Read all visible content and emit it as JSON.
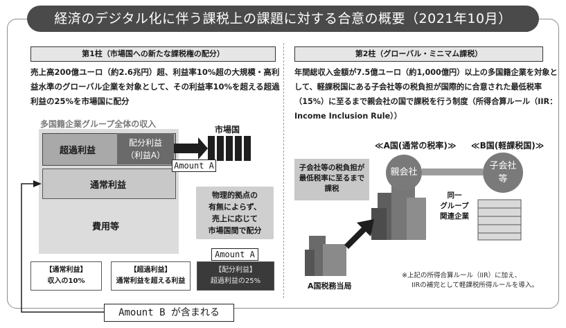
{
  "title": "経済のデジタル化に伴う課税上の課題に対する合意の概要（2021年10月）",
  "pillar1": {
    "heading": "第1柱（市場国への新たな課税権の配分）",
    "description": "売上高200億ユーロ（約2.6兆円）超、利益率10%超の大規模・高利益水準のグローバル企業を対象として、その利益率10%を超える超過利益の25%を市場国に配分",
    "group_label": "多国籍企業グループ全体の収入",
    "excess_profit": "超過利益",
    "allocated_line1": "配分利益",
    "allocated_line2": "（利益A）",
    "normal_profit": "通常利益",
    "costs": "費用等",
    "amount_a": "Amount A",
    "amount_a2": "Amount A",
    "market_country": "市場国",
    "bubble_lines": [
      "物理的拠点の",
      "有無によらず、",
      "売上に応じて",
      "市場国間で配分"
    ],
    "footer": [
      {
        "line1": "【通常利益】",
        "line2": "収入の10%"
      },
      {
        "line1": "【超過利益】",
        "line2": "通常利益を超える利益"
      },
      {
        "line1": "【配分利益】",
        "line2": "超過利益の25%"
      }
    ],
    "amount_b": "Amount B が含まれる"
  },
  "pillar2": {
    "heading": "第2柱（グローバル・ミニマム課税）",
    "description": "年間総収入金額が7.5億ユーロ（約1,000億円）以上の多国籍企業を対象として、軽課税国にある子会社等の税負担が国際的に合意された最低税率（15%）に至るまで親会社の国で課税を行う制度（所得合算ルール（IIR：Income Inclusion Rule））",
    "country_a": "≪A国(通常の税率)≫",
    "country_b": "≪B国(軽課税国)≫",
    "parent": "親会社",
    "subsidiary_line1": "子会社",
    "subsidiary_line2": "等",
    "group_lines": [
      "同一",
      "グループ",
      "関連企業"
    ],
    "bubble_lines": [
      "子会社等の税負担が",
      "最低税率に至るまで",
      "課税"
    ],
    "tax_authority": "A国税務当局",
    "note_line1": "※上記の所得合算ルール（IIR）に加え、",
    "note_line2": "IIRの補完として軽課税所得ルールを導入。"
  },
  "colors": {
    "title_bg": "#4a4a4a",
    "dark_gray": "#3a3a3a",
    "mid_gray": "#7a7a7a",
    "light_gray": "#dcdcdc"
  }
}
